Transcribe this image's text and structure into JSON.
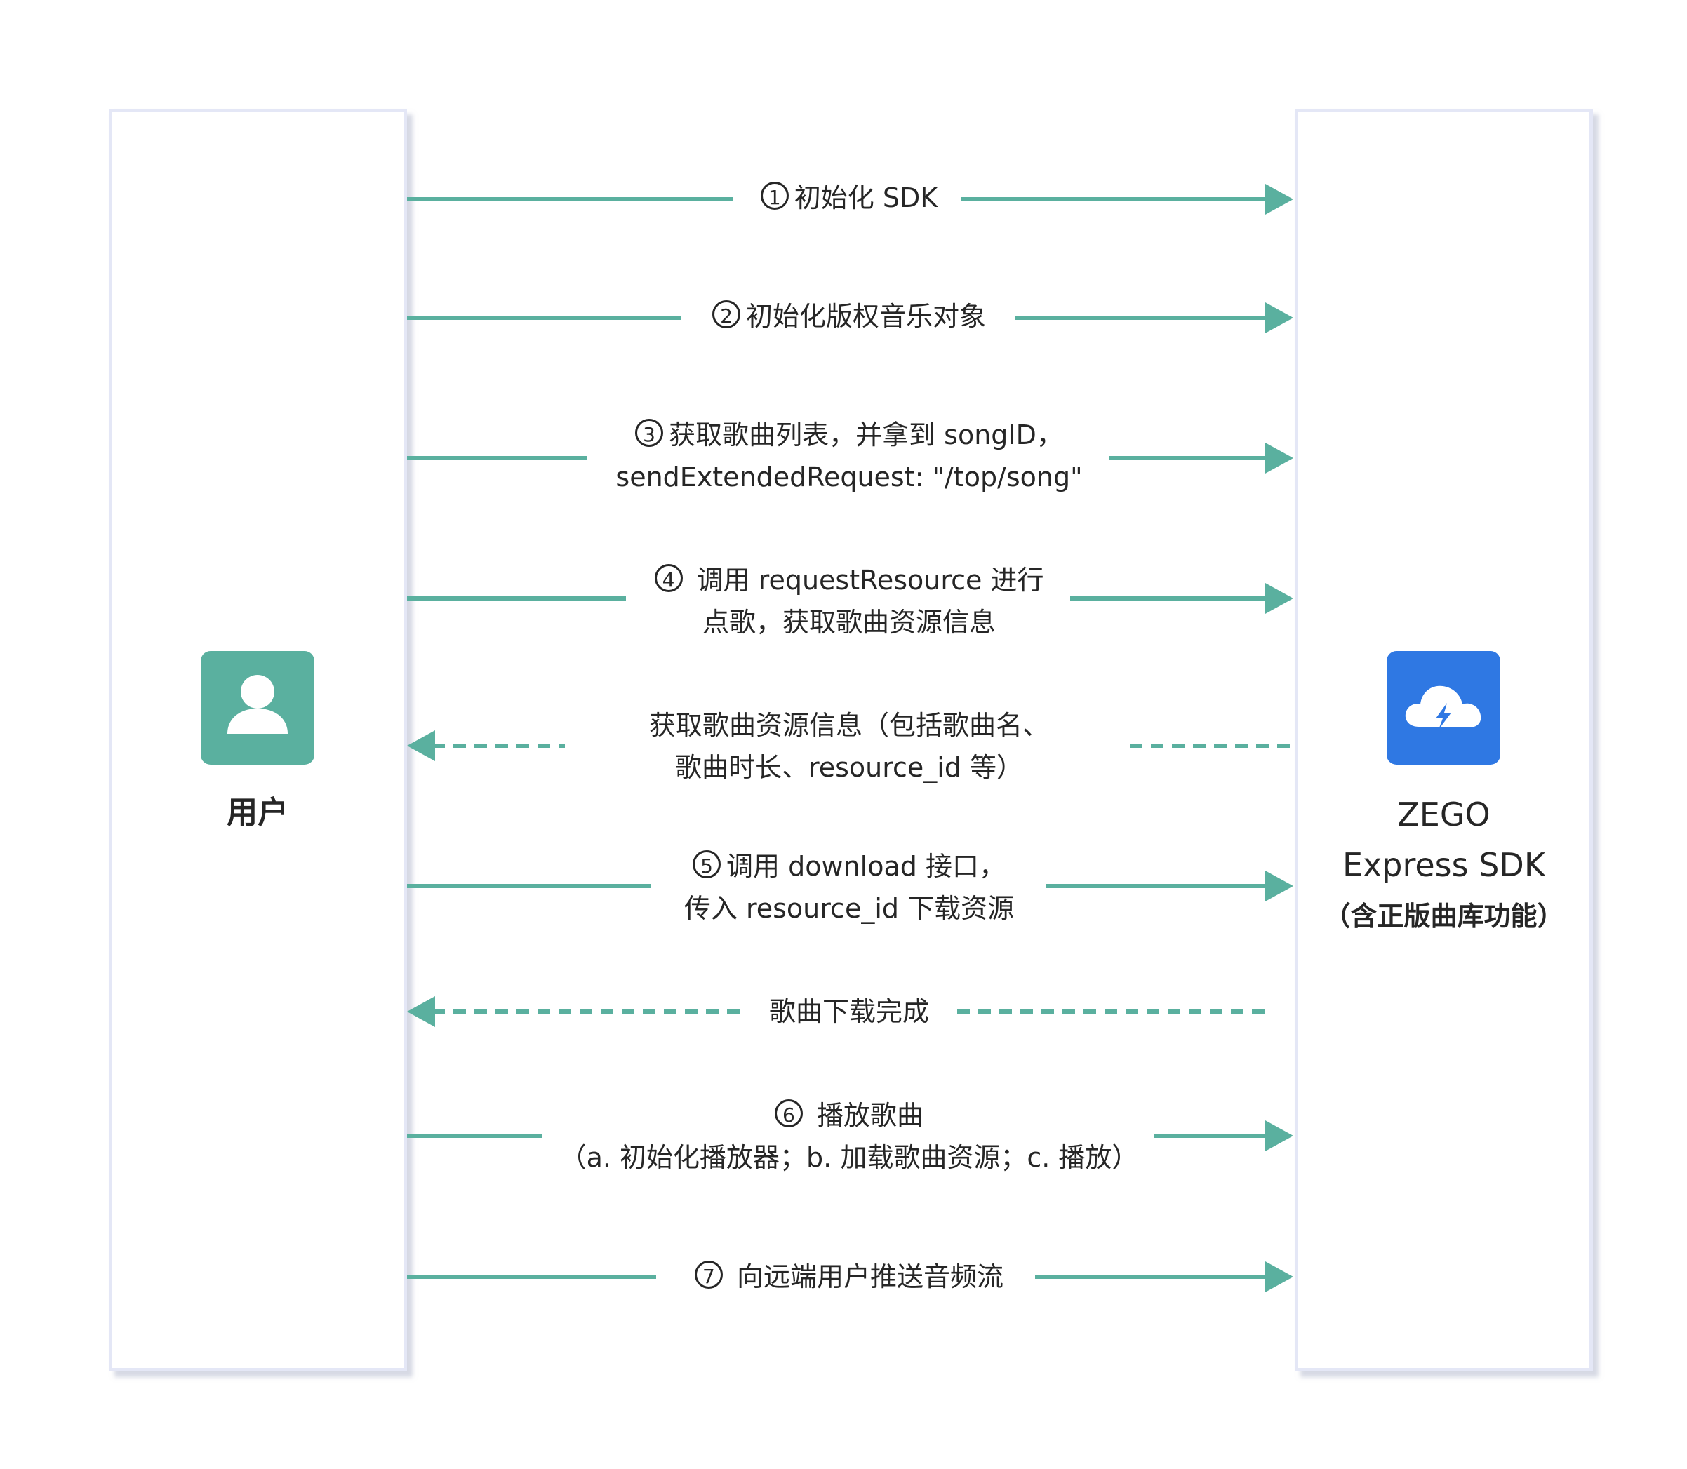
{
  "actors": {
    "user": {
      "label": "用户",
      "icon": "user-icon",
      "color": "#5ab09f"
    },
    "sdk": {
      "name_line1": "ZEGO",
      "name_line2": "Express SDK",
      "subtitle": "（含正版曲库功能）",
      "icon": "cloud-lightning-icon",
      "color": "#2f78e3"
    }
  },
  "colors": {
    "arrow": "#5ab09f",
    "lane_border": "#e4e7f6",
    "text": "#262626"
  },
  "messages": [
    {
      "step": "1",
      "line1": "初始化 SDK",
      "line2": "",
      "direction": "to-sdk",
      "style": "solid"
    },
    {
      "step": "2",
      "line1": "初始化版权音乐对象",
      "line2": "",
      "direction": "to-sdk",
      "style": "solid"
    },
    {
      "step": "3",
      "line1": "获取歌曲列表，并拿到 songID，",
      "line2": "sendExtendedRequest: \"/top/song\"",
      "direction": "to-sdk",
      "style": "solid"
    },
    {
      "step": "4",
      "line1": " 调用 requestResource  进行",
      "line2": "点歌，获取歌曲资源信息",
      "direction": "to-sdk",
      "style": "solid"
    },
    {
      "step": "",
      "line1": "获取歌曲资源信息（包括歌曲名、",
      "line2": "歌曲时长、resource_id 等）",
      "direction": "to-user",
      "style": "dashed"
    },
    {
      "step": "5",
      "line1": "调用 download 接口，",
      "line2": "传入 resource_id 下载资源",
      "direction": "to-sdk",
      "style": "solid"
    },
    {
      "step": "",
      "line1": "歌曲下载完成",
      "line2": "",
      "direction": "to-user",
      "style": "dashed"
    },
    {
      "step": "6",
      "line1": " 播放歌曲",
      "line2": "（a. 初始化播放器；b. 加载歌曲资源；c. 播放）",
      "direction": "to-sdk",
      "style": "solid"
    },
    {
      "step": "7",
      "line1": " 向远端用户推送音频流",
      "line2": "",
      "direction": "to-sdk",
      "style": "solid"
    }
  ]
}
